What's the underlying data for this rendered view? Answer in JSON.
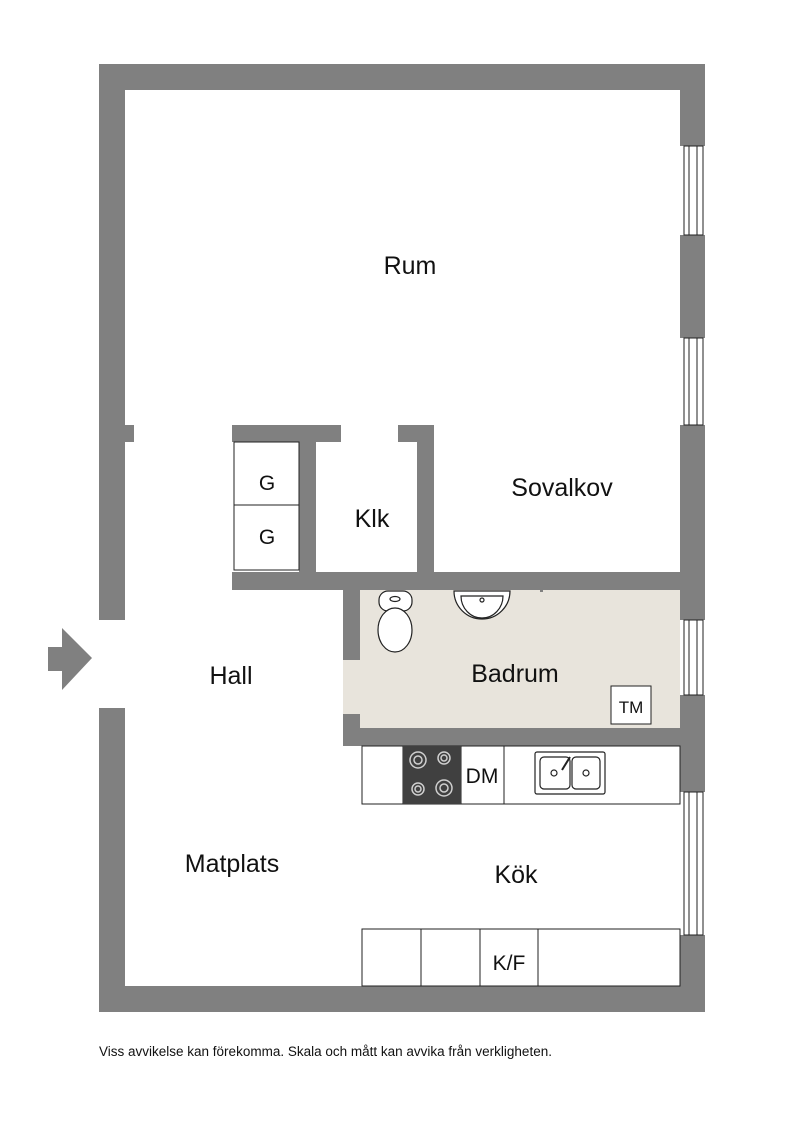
{
  "colors": {
    "wall": "#808080",
    "bath_floor": "#e8e4dc",
    "stove": "#404040",
    "line": "#222222"
  },
  "rooms": {
    "rum": "Rum",
    "sovalkov": "Sovalkov",
    "klk": "Klk",
    "hall": "Hall",
    "badrum": "Badrum",
    "matplats": "Matplats",
    "kok": "Kök"
  },
  "fixtures": {
    "g1": "G",
    "g2": "G",
    "tm": "TM",
    "dm": "DM",
    "kf": "K/F"
  },
  "icons": {
    "entrance": "entrance-arrow-icon",
    "toilet": "toilet-icon",
    "sink": "washbasin-icon",
    "stove": "stove-icon",
    "kitchen_sink": "kitchen-sink-icon"
  },
  "disclaimer": "Viss avvikelse kan förekomma. Skala och mått kan avvika från verkligheten."
}
